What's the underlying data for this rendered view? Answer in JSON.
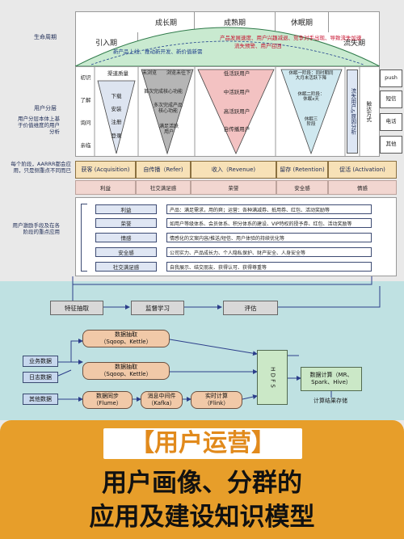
{
  "header": {
    "lifecycle_label": "生命周期",
    "stages": [
      "引入期",
      "成长期",
      "成熟期",
      "休眠期",
      "流失期"
    ],
    "arc_top": "产品发展速度、用户兴趣减退、竞争对手出现、导致流失加速",
    "arc_mid": "流失预警、用户召回",
    "arc_low": "新产品上线、推动新开发、新价值新需"
  },
  "segment": {
    "label": "用户分层",
    "sublabel": "用户分层本体上基于价值维度的用户分析",
    "rows": [
      "初识",
      "了解",
      "询问",
      "亲临"
    ],
    "funnel1": {
      "title": "渠道质量",
      "items": [
        "下载",
        "安装",
        "注册",
        "登录"
      ]
    },
    "wedge1": {
      "top": "未浏览",
      "left": "浏览未往下",
      "mid": "首次完成核心功能",
      "mid2": "多次完成产品核心功能",
      "bottom": "满足活跃用户"
    },
    "funnel2": [
      "低活跃用户",
      "中活跃用户",
      "高活跃用户",
      "自传播用户"
    ],
    "funnel3": [
      "休眠一阶段：同时期同大月未活跃下降",
      "休眠二阶段：休眠x天",
      "休眠三阶段"
    ],
    "loss_col": "流失用户&原因分析",
    "reach_col": "触达方式",
    "reach": [
      "push",
      "短信",
      "电话",
      "其他"
    ]
  },
  "aarrr": {
    "label": "每个阶段，AARRR都会应用，只是侧重点不同而已",
    "phases": [
      "获客 (Acquisition)",
      "自传播（Refer)",
      "收入（Revenue)",
      "留存 (Retention)",
      "促活 (Activation)"
    ],
    "motives": [
      "利益",
      "社交满足感",
      "荣誉",
      "安全感",
      "情感"
    ]
  },
  "needs": {
    "label": "用户激励手段及在各阶段的重点应用",
    "rows": [
      {
        "name": "利益",
        "desc": "产品：满足需求，用的爽；运营：各种满减券、抵用券、红包、活动奖励等"
      },
      {
        "name": "荣誉",
        "desc": "如用户等级体系、会员体系、积分体系的建设、VIP特权的授予券、红包、活动奖励等"
      },
      {
        "name": "情感",
        "desc": "情感化的文案内容/推送/短信、用户体验的持续优化等"
      },
      {
        "name": "安全感",
        "desc": "公司实力、产品成长力、个人隐私保护、财产安全、人身安全等"
      },
      {
        "name": "社交满足感",
        "desc": "自我展示、结交朋友、获得认可、获得尊重等"
      }
    ]
  },
  "pipeline": {
    "top": [
      "特征抽取",
      "监督学习",
      "评估"
    ],
    "sources": [
      "业务数据",
      "日志数据",
      "其他数据"
    ],
    "extract1": "数据抽取\n（Sqoop、Kettle）",
    "extract2": "数据抽取\n（Sqoop、Kettle）",
    "sync": "数据同步\n（Flume）",
    "mq": "消息中间件\n（Kafka）",
    "rt": "实时计算\n（Flink）",
    "hdfs": "H D F S",
    "compute": "数据计算（MR、Spark、Hive）",
    "store": "计算结果存储"
  },
  "banner": {
    "tag": "【用户运营】",
    "line1": "用户画像、分群的",
    "line2": "应用及建设知识模型"
  }
}
